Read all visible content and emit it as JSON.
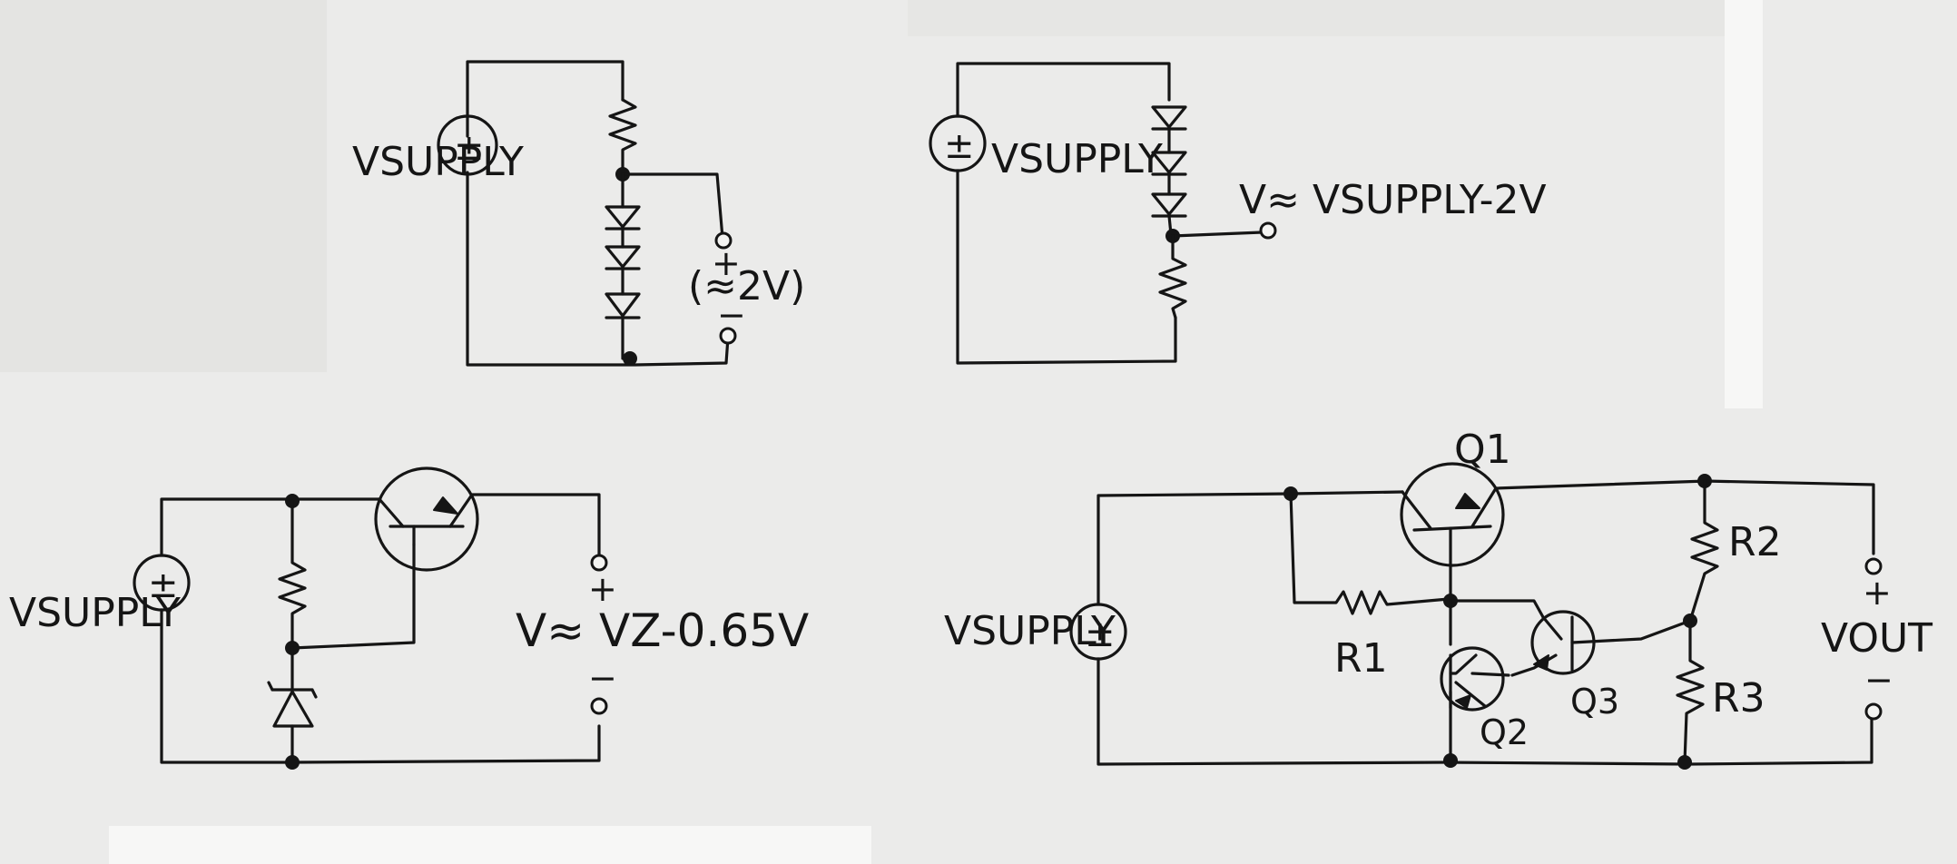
{
  "colors": {
    "paper": "#ebebea",
    "ink": "#151515",
    "clean_paper": "#f4f4f2"
  },
  "circuits": {
    "diode_ref": {
      "supply_label": "VSUPPLY",
      "source_sign_plus": "±",
      "out_plus": "+",
      "out_value": "(≈2V)",
      "out_minus": "−"
    },
    "diode_drop": {
      "supply_label": "VSUPPLY",
      "source_sign_plus": "±",
      "out_label": "V≈ VSUPPLY-2V"
    },
    "zener_follower": {
      "supply_label": "VSUPPLY",
      "source_sign_plus": "±",
      "out_plus": "+",
      "out_label": "V≈ VZ-0.65V",
      "out_minus": "−"
    },
    "regulator": {
      "supply_label": "VSUPPLY",
      "source_sign_plus": "±",
      "q1": "Q1",
      "q2": "Q2",
      "q3": "Q3",
      "r1": "R1",
      "r2": "R2",
      "r3": "R3",
      "out_plus": "+",
      "out_label": "VOUT",
      "out_minus": "−"
    }
  }
}
